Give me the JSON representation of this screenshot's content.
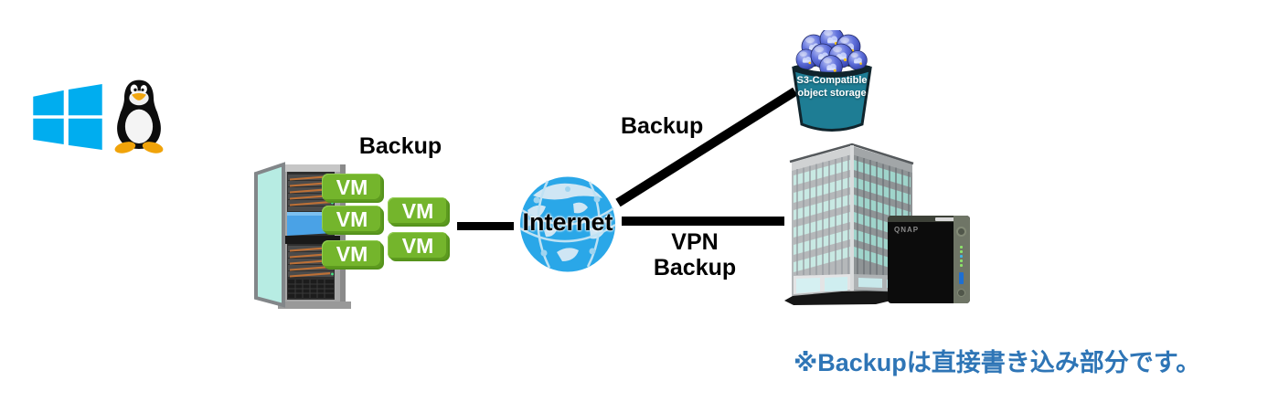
{
  "diagram": {
    "source": {
      "backup_label": "Backup",
      "vm_labels": [
        "VM",
        "VM",
        "VM",
        "VM",
        "VM"
      ]
    },
    "internet": {
      "label": "Internet"
    },
    "links": {
      "s3_backup_label": "Backup",
      "vpn_line1": "VPN",
      "vpn_line2": "Backup"
    },
    "s3_bucket": {
      "line1": "S3-Compatible",
      "line2": "object storage"
    },
    "nas": {
      "brand": "QNAP"
    },
    "note": {
      "text": "※Backupは直接書き込み部分です。"
    }
  },
  "colors": {
    "windows_blue": "#00ADEF",
    "tux_orange": "#F2A711",
    "vm_green": "#74B52C",
    "vm_green_dark": "#55931C",
    "globe_blue": "#2AA7E8",
    "bucket_teal": "#1E7D94",
    "orb_blue": "#5568D8",
    "building_window_teal": "#C8E9E3",
    "note_blue": "#2E75B6",
    "line_black": "#000000"
  },
  "icons": [
    "windows-logo-icon",
    "tux-linux-icon",
    "server-rack-icon",
    "internet-globe-icon",
    "s3-bucket-icon",
    "office-building-icon",
    "qnap-nas-icon"
  ]
}
